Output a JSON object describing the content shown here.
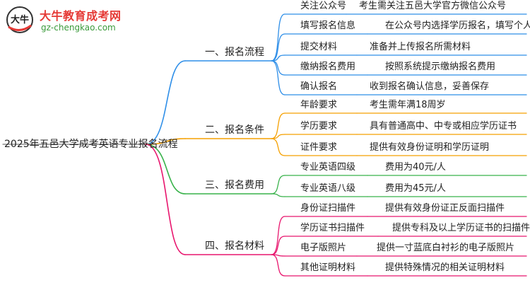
{
  "logo": {
    "title": "大牛教育成考网",
    "url": "gz-chengkao.com",
    "mark_text": "大牛"
  },
  "root": "2025年五邑大学成考英语专业报名流程",
  "branches": [
    {
      "label": "一、报名流程",
      "color": "#2f8fe8",
      "items": [
        {
          "label": "关注公众号",
          "desc": "考生需关注五邑大学官方微信公众号"
        },
        {
          "label": "填写报名信息",
          "desc": "在公众号内选择学历报名，填写个人信息"
        },
        {
          "label": "提交材料",
          "desc": "准备并上传报名所需材料"
        },
        {
          "label": "缴纳报名费用",
          "desc": "按照系统提示缴纳报名费用"
        },
        {
          "label": "确认报名",
          "desc": "收到报名确认信息，妥善保存"
        }
      ]
    },
    {
      "label": "二、报名条件",
      "color": "#f5a000",
      "items": [
        {
          "label": "年龄要求",
          "desc": "考生需年满18周岁"
        },
        {
          "label": "学历要求",
          "desc": "具有普通高中、中专或相应学历证书"
        },
        {
          "label": "证件要求",
          "desc": "提供有效身份证明和学历证明"
        }
      ]
    },
    {
      "label": "三、报名费用",
      "color": "#38b24a",
      "items": [
        {
          "label": "专业英语四级",
          "desc": "费用为40元/人"
        },
        {
          "label": "专业英语八级",
          "desc": "费用为45元/人"
        }
      ]
    },
    {
      "label": "四、报名材料",
      "color": "#e8166e",
      "items": [
        {
          "label": "身份证扫描件",
          "desc": "提供有效身份证正反面扫描件"
        },
        {
          "label": "学历证书扫描件",
          "desc": "提供专科及以上学历证书的扫描件"
        },
        {
          "label": "电子版照片",
          "desc": "提供一寸蓝底白衬衫的电子版照片"
        },
        {
          "label": "其他证明材料",
          "desc": "提供特殊情况的相关证明材料"
        }
      ]
    }
  ],
  "colors": {
    "root_line": "#777777",
    "logo_red": "#e53935",
    "logo_green": "#3a9a3a"
  }
}
